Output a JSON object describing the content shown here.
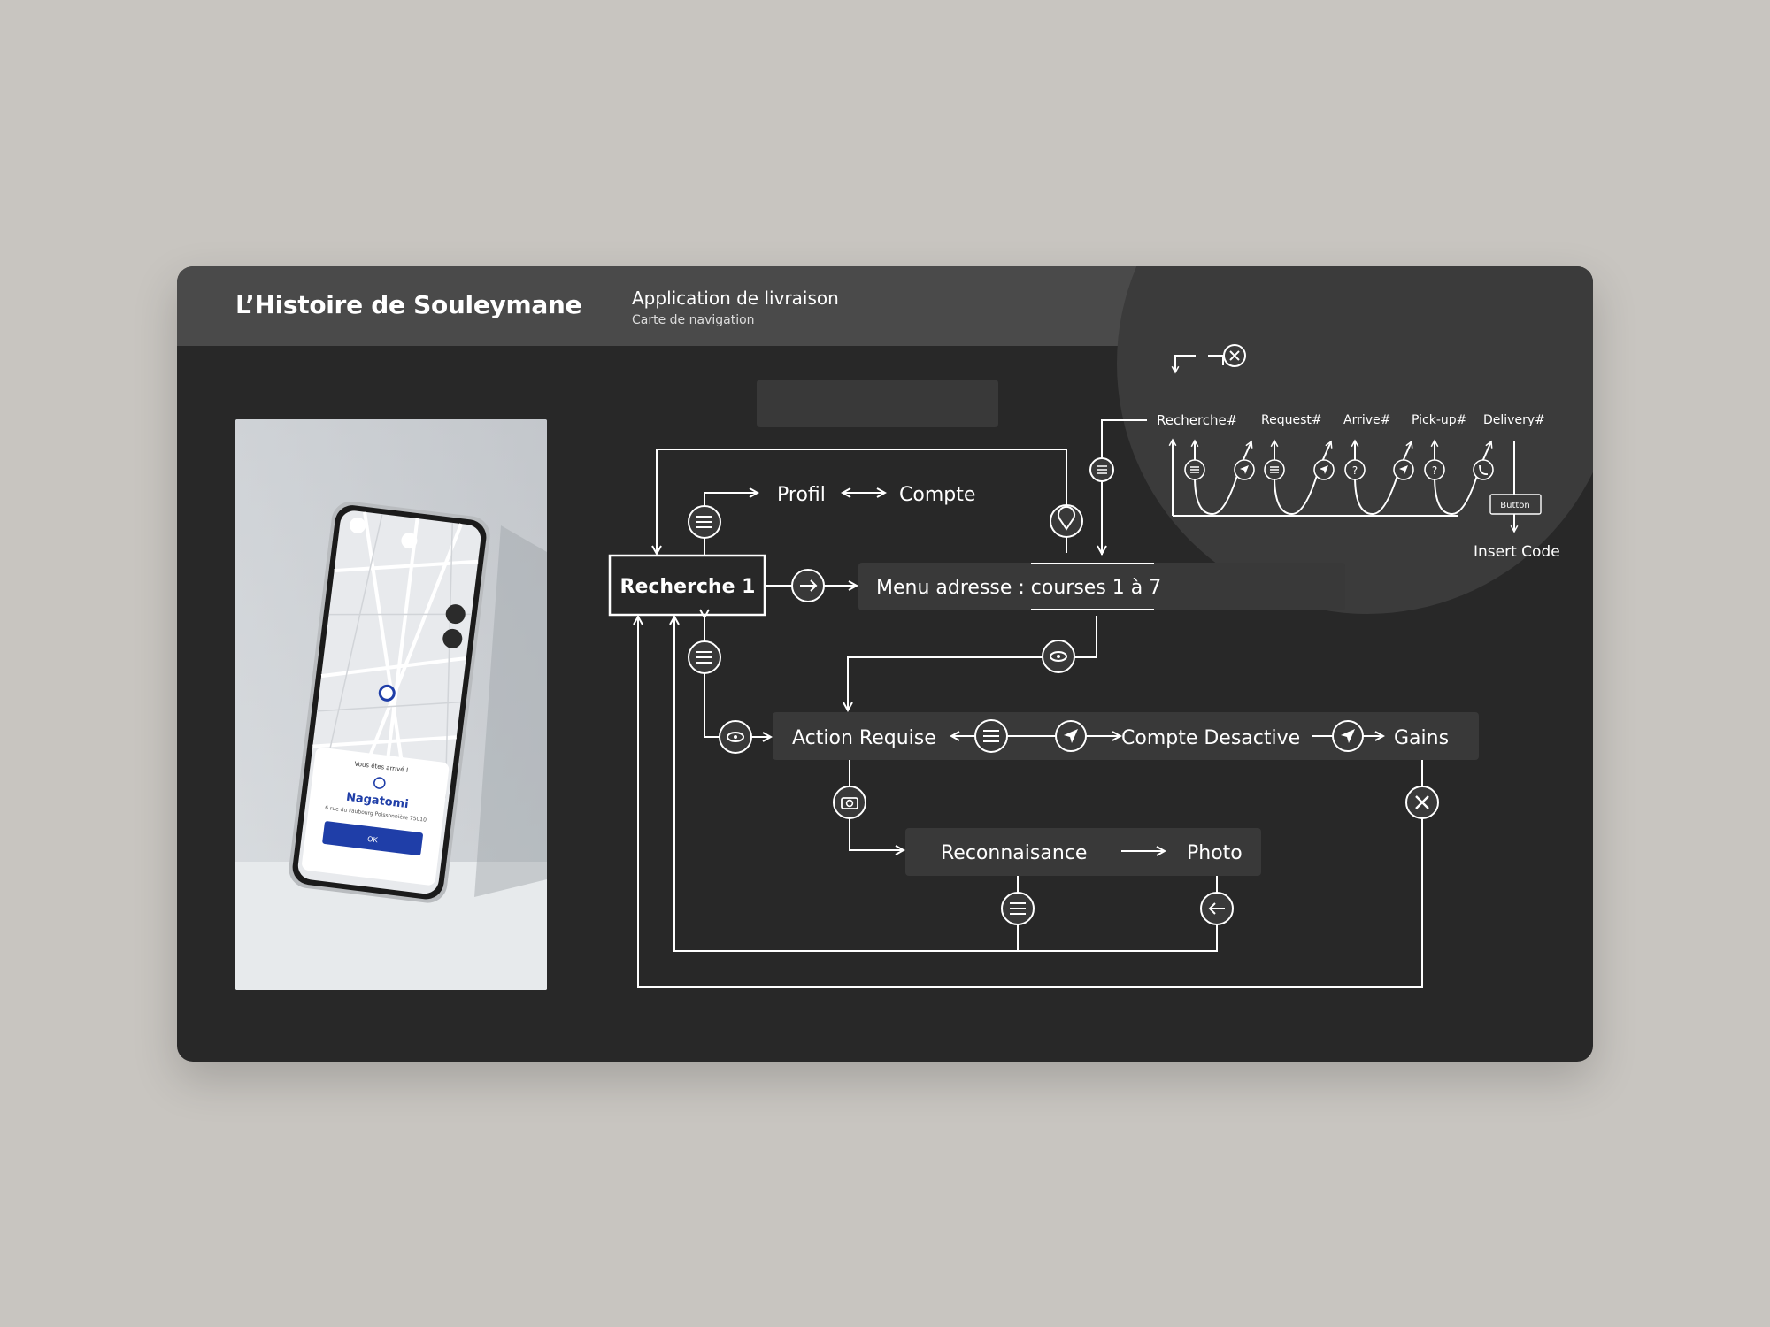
{
  "header": {
    "project_title": "L’Histoire de Souleymane",
    "section_title": "Application de livraison",
    "section_subtitle": "Carte de navigation"
  },
  "phone": {
    "arrival_text": "Vous êtes arrivé !",
    "place_name": "Nagatomi",
    "address": "6 rue du Faubourg Poissonnière 75010",
    "ok_label": "OK",
    "accent_color": "#1f3ea8"
  },
  "nodes": {
    "profil": "Profil",
    "compte": "Compte",
    "recherche1": "Recherche 1",
    "menu_adresse": "Menu adresse : courses 1 à 7",
    "action_requise": "Action Requise",
    "compte_desactive": "Compte Desactive",
    "gains": "Gains",
    "reconnaisance": "Reconnaisance",
    "photo": "Photo"
  },
  "detail": {
    "recherche": "Recherche#",
    "request": "Request#",
    "arrive": "Arrive#",
    "pickup": "Pick-up#",
    "delivery": "Delivery#",
    "button": "Button",
    "insert_code": "Insert Code"
  },
  "colors": {
    "background": "#c8c5c0",
    "card": "#282828",
    "header": "#4a4a4a",
    "node_fill": "#393939",
    "line": "#ffffff"
  }
}
